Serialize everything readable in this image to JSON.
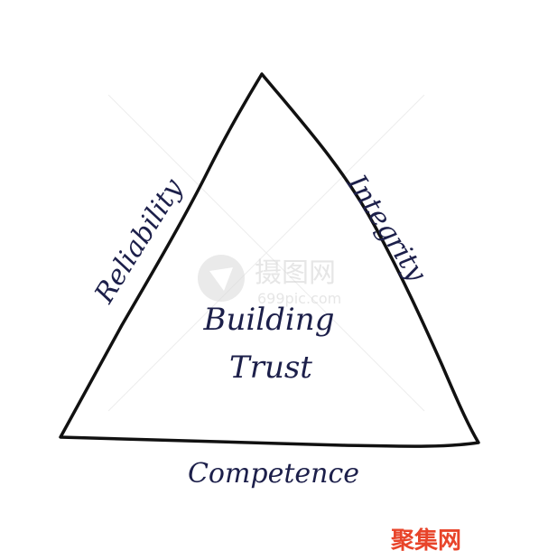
{
  "diagram": {
    "center_line1": "Building",
    "center_line2": "Trust",
    "left_side_label": "Reliability",
    "right_side_label": "Integrity",
    "bottom_label": "Competence",
    "ink_color": "#1c1f4a",
    "stroke_color": "#111111"
  },
  "watermarks": {
    "center_cn": "摄图网",
    "center_url": "699pic.com",
    "corner_cn": "聚集网",
    "corner_color": "#e8442a"
  }
}
